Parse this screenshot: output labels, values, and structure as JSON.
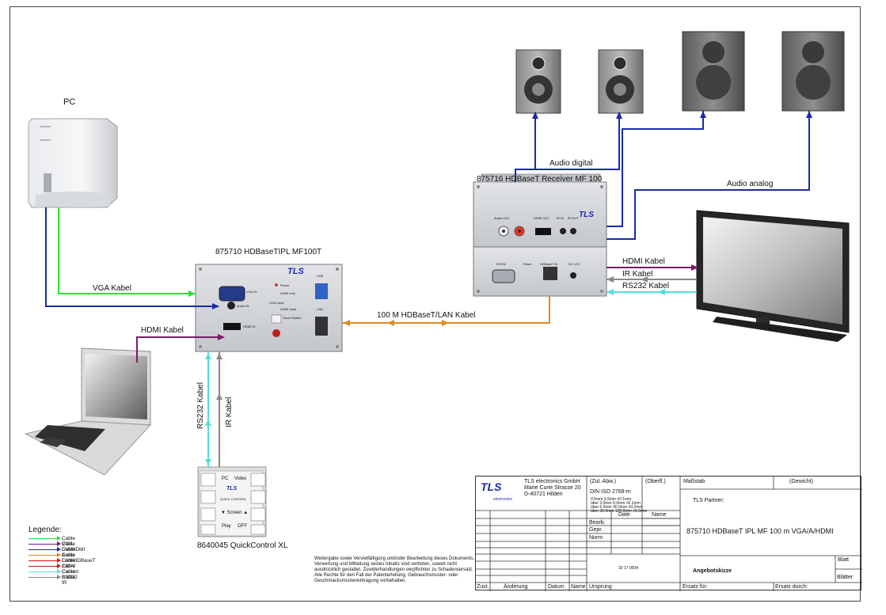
{
  "devices": {
    "pc_label": "PC",
    "transmitter_label": "875710 HDBaseTIPL MF100T",
    "receiver_label": "875716 HDBaseT Receiver MF 100",
    "quickcontrol_label": "8640045 QuickControl XL"
  },
  "cables": {
    "vga": "VGA Kabel",
    "hdmi_laptop": "HDMI Kabel",
    "rs232_v": "RS232 Kabel",
    "ir_v": "IR Kabel",
    "hdbaset": "100 M HDBaseT/LAN Kabel",
    "audio_digital": "Audio digital",
    "audio_analog": "Audio analog",
    "hdmi_tv": "HDMI Kabel",
    "ir_tv": "IR Kabel",
    "rs232_tv": "RS232 Kabel"
  },
  "transmitter_panel": {
    "brand": "TLS",
    "vga_in": "VGA IN",
    "audio_in": "Audio IN",
    "hdmi_in": "HDMI IN",
    "power": "Power",
    "hdmi_link": "HDMI Link",
    "vga_input": "VGA Input",
    "hdmi_input": "HDMI Input",
    "touch_switch": "Touch Switch",
    "usb": "USB",
    "lan": "LAN"
  },
  "receiver_panel": {
    "brand": "TLS",
    "audio_out": "Audio OUT",
    "hdmi_out": "HDMI OUT",
    "ir_in": "IR IN",
    "ir_out": "IR OUT",
    "rs232": "RS232",
    "reset": "Reset",
    "hdbaset_in": "HDBaseT IN",
    "dc": "DC 12V"
  },
  "quickcontrol": {
    "pc": "PC",
    "video": "Video",
    "brand": "TLS",
    "quick_control": "QUICK CONTROL",
    "screen": "▼ Screen ▲",
    "play": "Play",
    "off": "OFF"
  },
  "legend": {
    "title": "Legende:",
    "items": [
      {
        "label": "Cable VGA",
        "color": "#33dd33"
      },
      {
        "label": "Cable DVI/HDMI",
        "color": "#7a1a6a"
      },
      {
        "label": "Cable Audio",
        "color": "#1a2aa8"
      },
      {
        "label": "Cable LAN/HDBaseT",
        "color": "#e08a1a"
      },
      {
        "label": "Cable 230 V",
        "color": "#c81a1a"
      },
      {
        "label": "Cable Control",
        "color": "#b82020"
      },
      {
        "label": "Cable RS232",
        "color": "#55dddd"
      },
      {
        "label": "Cable IR",
        "color": "#888888"
      }
    ]
  },
  "colors": {
    "vga": "#33dd33",
    "hdmi": "#7a1a6a",
    "audio": "#1a2aa8",
    "lan": "#e08a1a",
    "rs232": "#55dddd",
    "ir": "#888888"
  },
  "disclaimer": "Weitergabe sowie Vervielfältigung und/oder Bearbeitung dieses Dokuments, Verwertung und Mitteilung seines Inhalts sind verboten, soweit nicht ausdrücklich gestattet. Zuwiderhandlungen verpflichten zu Schadensersatz. Alle Rechte für den Fall der Patenterteilung, Gebrauchsmuster- oder Geschmacksmustereintragung vorbehalten.",
  "title_block": {
    "company": "TLS electronics  GmbH",
    "street": "Marie Curie Strasse 20",
    "city": "D-40721 Hilden",
    "logo_sub": "electronics",
    "zul_abw": "(Zul. Abw.)",
    "din": "DIN ISO 2768-m",
    "tol_1": "0.5mm   3.5mm   ±0.1mm",
    "tol_2": "über  3.0mm   6.0mm   ±0.1mm",
    "tol_3": "über  6.0mm  30.0mm   ±0.2mm",
    "tol_4": "über 30.0mm 120.0mm   ±0.3mm",
    "oberfl": "(Oberfl.)",
    "massstab": "Maßstab",
    "gewicht": "(Gewicht)",
    "partner": "TLS Partner:",
    "date": "Date",
    "name": "Name",
    "bearb": "Bearb.",
    "gepr": "Gepr.",
    "norm": "Norm",
    "drawing_title": "875710 HDBaseT IPL MF 100 m VGA/A/HDMI",
    "drawing_no": "33 17 0004",
    "angebot": "Angebotskizze",
    "blatt": "Blatt",
    "blaetter": "Blätter",
    "zust": "Zust.",
    "aenderung": "Änderung",
    "datum": "Datum",
    "name2": "Name",
    "ursprung": "Ursprung",
    "ersatz_fuer": "Ersatz für:",
    "ersatz_durch": "Ersatz durch:"
  }
}
